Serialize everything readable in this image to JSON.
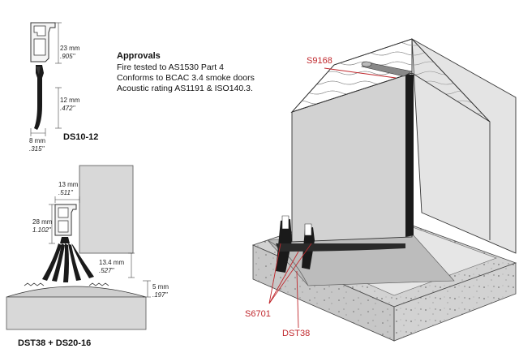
{
  "approvals": {
    "heading": "Approvals",
    "lines": [
      "Fire tested to AS1530 Part 4",
      "Conforms to BCAC 3.4 smoke doors",
      "Acoustic rating AS1191 & ISO140.3."
    ]
  },
  "ds10": {
    "label": "DS10-12",
    "dim_top_mm": "23 mm",
    "dim_top_in": ".905\"",
    "dim_bottom_mm": "12 mm",
    "dim_bottom_in": ".472\"",
    "dim_width_mm": "8 mm",
    "dim_width_in": ".315\""
  },
  "dst": {
    "label": "DST38 + DS20-16",
    "dim_width_mm": "13 mm",
    "dim_width_in": ".511\"",
    "dim_height_mm": "28 mm",
    "dim_height_in": "1.102\"",
    "dim_gap_mm": "13.4 mm",
    "dim_gap_in": ".527\"",
    "dim_threshold_mm": "5 mm",
    "dim_threshold_in": ".197\""
  },
  "callouts": {
    "s9168": "S9168",
    "s6701": "S6701",
    "dst38": "DST38"
  },
  "colors": {
    "accent_red": "#c0282d",
    "door_grey": "#d8d8d8",
    "seal_black": "#1a1a1a"
  }
}
